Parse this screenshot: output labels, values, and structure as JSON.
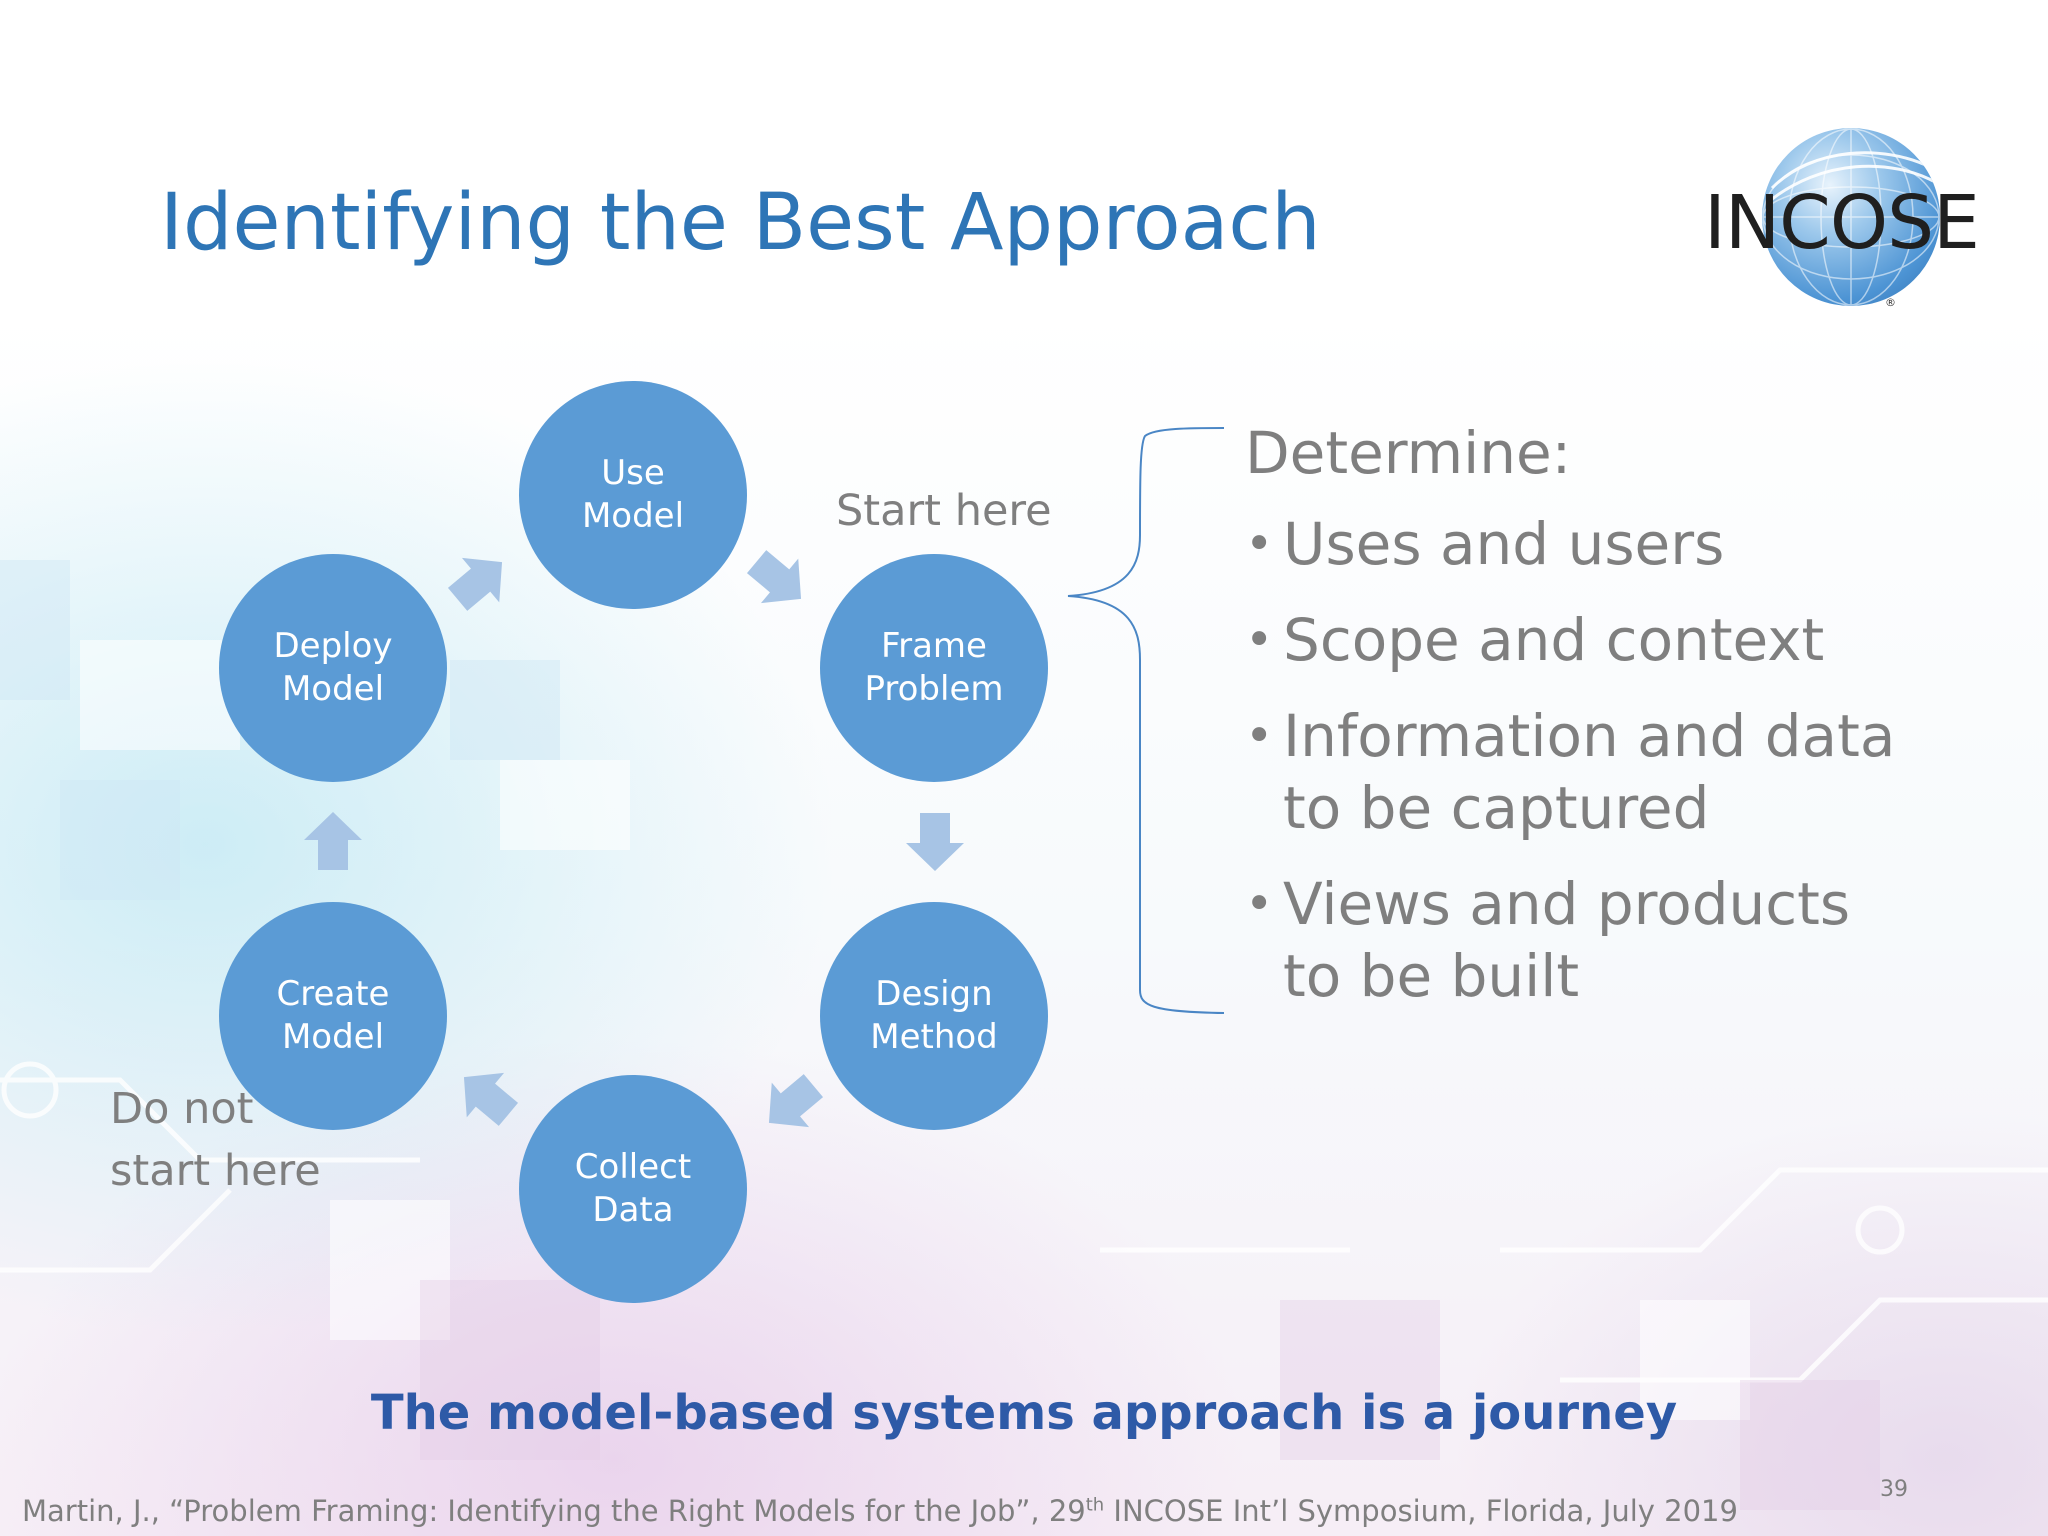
{
  "slide": {
    "title": "Identifying the Best Approach",
    "page_number": "39"
  },
  "logo": {
    "text": "INCOSE",
    "registered_mark": "®"
  },
  "cycle": {
    "nodes": [
      {
        "id": "use-model",
        "lines": [
          "Use",
          "Model"
        ]
      },
      {
        "id": "frame-problem",
        "lines": [
          "Frame",
          "Problem"
        ]
      },
      {
        "id": "design-method",
        "lines": [
          "Design",
          "Method"
        ]
      },
      {
        "id": "collect-data",
        "lines": [
          "Collect",
          "Data"
        ]
      },
      {
        "id": "create-model",
        "lines": [
          "Create",
          "Model"
        ]
      },
      {
        "id": "deploy-model",
        "lines": [
          "Deploy",
          "Model"
        ]
      }
    ],
    "start_note": "Start here",
    "do_not_start_note": [
      "Do not",
      "start here"
    ],
    "node_color": "#5b9bd5",
    "arrow_color": "#a7c4e5"
  },
  "determine": {
    "heading": "Determine:",
    "bullet": "•",
    "items": [
      {
        "lines": [
          "Uses and users"
        ]
      },
      {
        "lines": [
          "Scope and context"
        ]
      },
      {
        "lines": [
          "Information and data",
          "to be captured"
        ]
      },
      {
        "lines": [
          "Views and products",
          "to be built"
        ]
      }
    ]
  },
  "tagline": "The model-based systems approach is a journey",
  "citation": {
    "before": "Martin, J., “Problem Framing: Identifying the Right Models for the Job”, 29",
    "superscript": "th",
    "after": " INCOSE Int’l Symposium, Florida, July 2019"
  },
  "colors": {
    "title": "#2e75b6",
    "tagline": "#2e5aa7",
    "gray_text": "#7f7f7f"
  }
}
